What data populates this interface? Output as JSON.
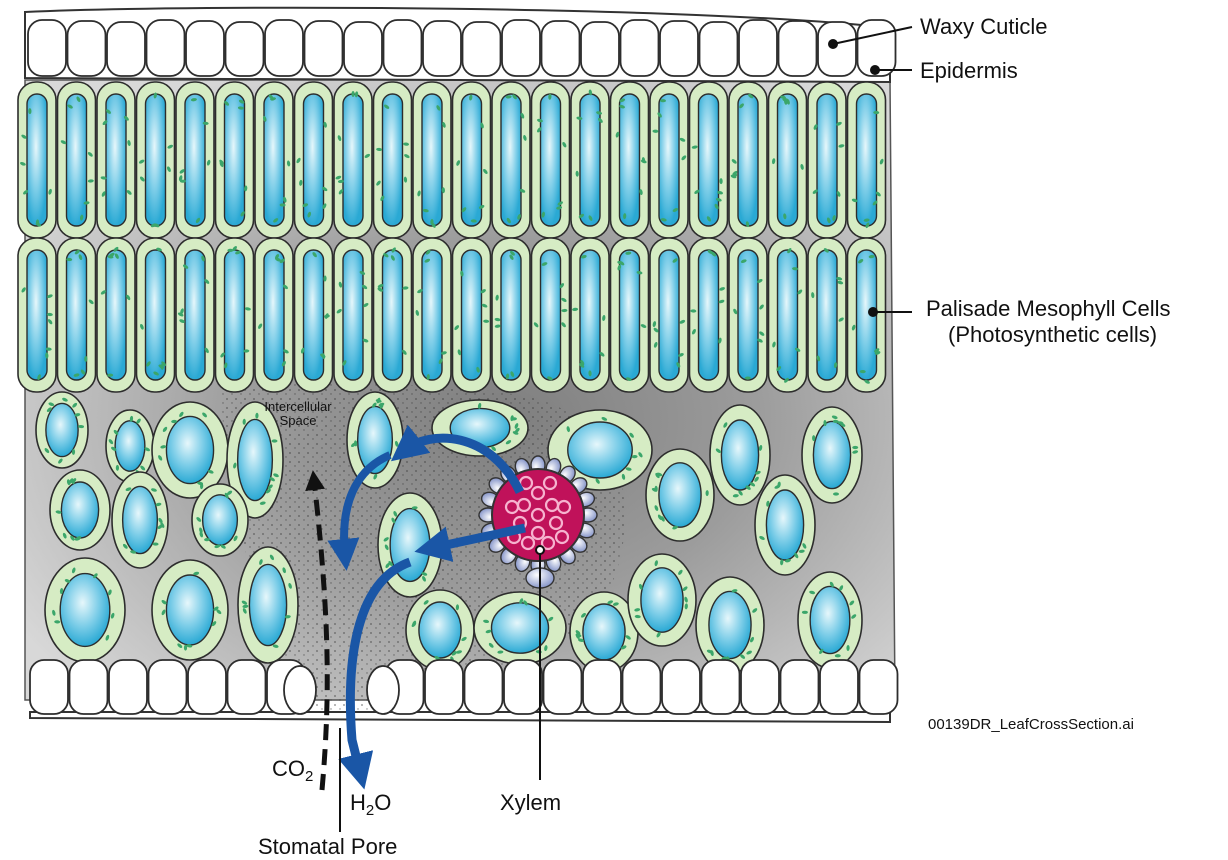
{
  "labels": {
    "waxy_cuticle": "Waxy Cuticle",
    "epidermis": "Epidermis",
    "palisade_line1": "Palisade Mesophyll Cells",
    "palisade_line2": "(Photosynthetic cells)",
    "intercellular_line1": "Intercellular",
    "intercellular_line2": "Space",
    "co2_base": "CO",
    "co2_sub": "2",
    "h2o_h": "H",
    "h2o_sub": "2",
    "h2o_o": "O",
    "xylem": "Xylem",
    "stomatal_pore": "Stomatal Pore",
    "filename": "00139DR_LeafCrossSection.ai"
  },
  "colors": {
    "cell_wall": "#d6ecc4",
    "cell_outline": "#2d2d2d",
    "vacuole_light": "#e6f7fb",
    "vacuole_dark": "#2aa9d4",
    "chloroplast": "#3ba66a",
    "tissue_bg": "#bcbcbc",
    "arrow_blue": "#1a56a6",
    "xylem_red": "#c0125a",
    "xylem_sheath": "#8e9ed0"
  }
}
